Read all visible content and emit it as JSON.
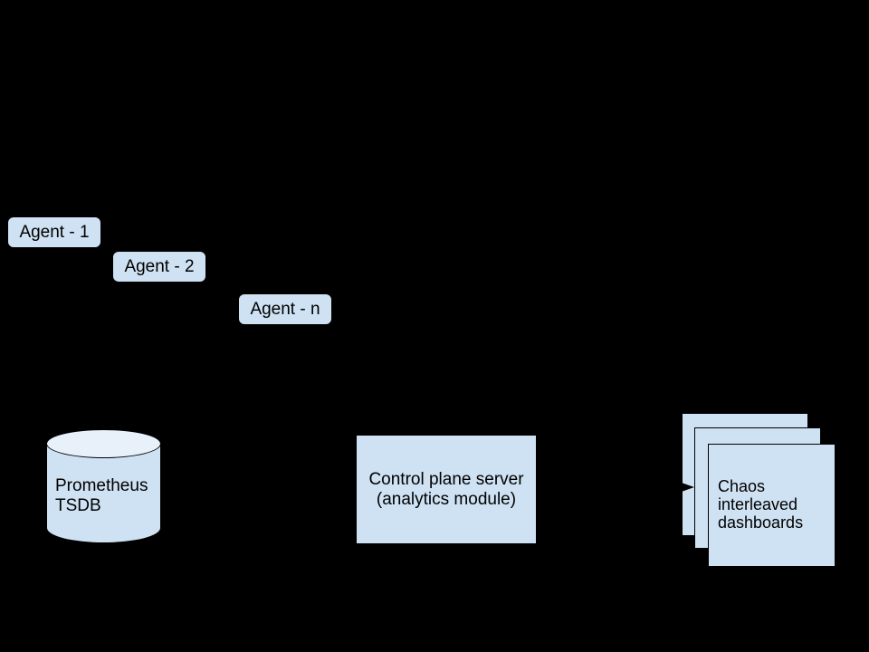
{
  "diagram": {
    "background_color": "#000000",
    "node_fill_color": "#cfe2f3",
    "cylinder_top_fill_color": "#e8f0fa",
    "border_color": "#000000",
    "text_color": "#000000",
    "agents": [
      {
        "label": "Agent - 1"
      },
      {
        "label": "Agent - 2"
      },
      {
        "label": "Agent - n"
      }
    ],
    "datastore": {
      "label": "Prometheus\nTSDB"
    },
    "control_plane": {
      "label": "Control plane server\n(analytics module)"
    },
    "dashboards": {
      "label": "Chaos\ninterleaved\ndashboards",
      "stack_count": 3
    },
    "icons": {
      "arrowhead": "arrow-right"
    }
  }
}
